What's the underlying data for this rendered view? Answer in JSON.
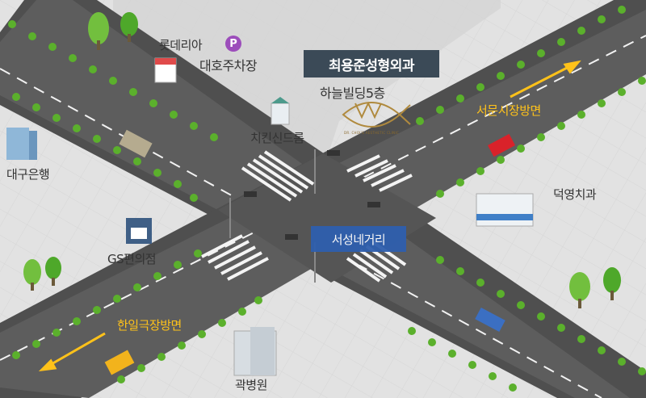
{
  "title": "최용준성형외과",
  "subtitle": "하늘빌딩5층",
  "logo_text": "DR. CHOI'S AESTHETIC CLINIC",
  "center_label": "서성네거리",
  "parking_badge": "P",
  "places": {
    "lotteria": "롯데리아",
    "daeho_parking": "대호주차장",
    "chicken": "치킨신드롬",
    "daegu_bank": "대구은행",
    "gs": "GS편의점",
    "deokyoung": "덕영치과",
    "kwak_hospital": "곽병원"
  },
  "directions": {
    "seomun": "서문시장방면",
    "hanil": "한일극장방면"
  },
  "colors": {
    "title_bg": "#3b4a57",
    "center_bg": "#2f5fae",
    "direction_text": "#ffc21a",
    "parking": "#9c4dbb",
    "road": "#5a5a5a",
    "tree": "#5bb02c"
  }
}
